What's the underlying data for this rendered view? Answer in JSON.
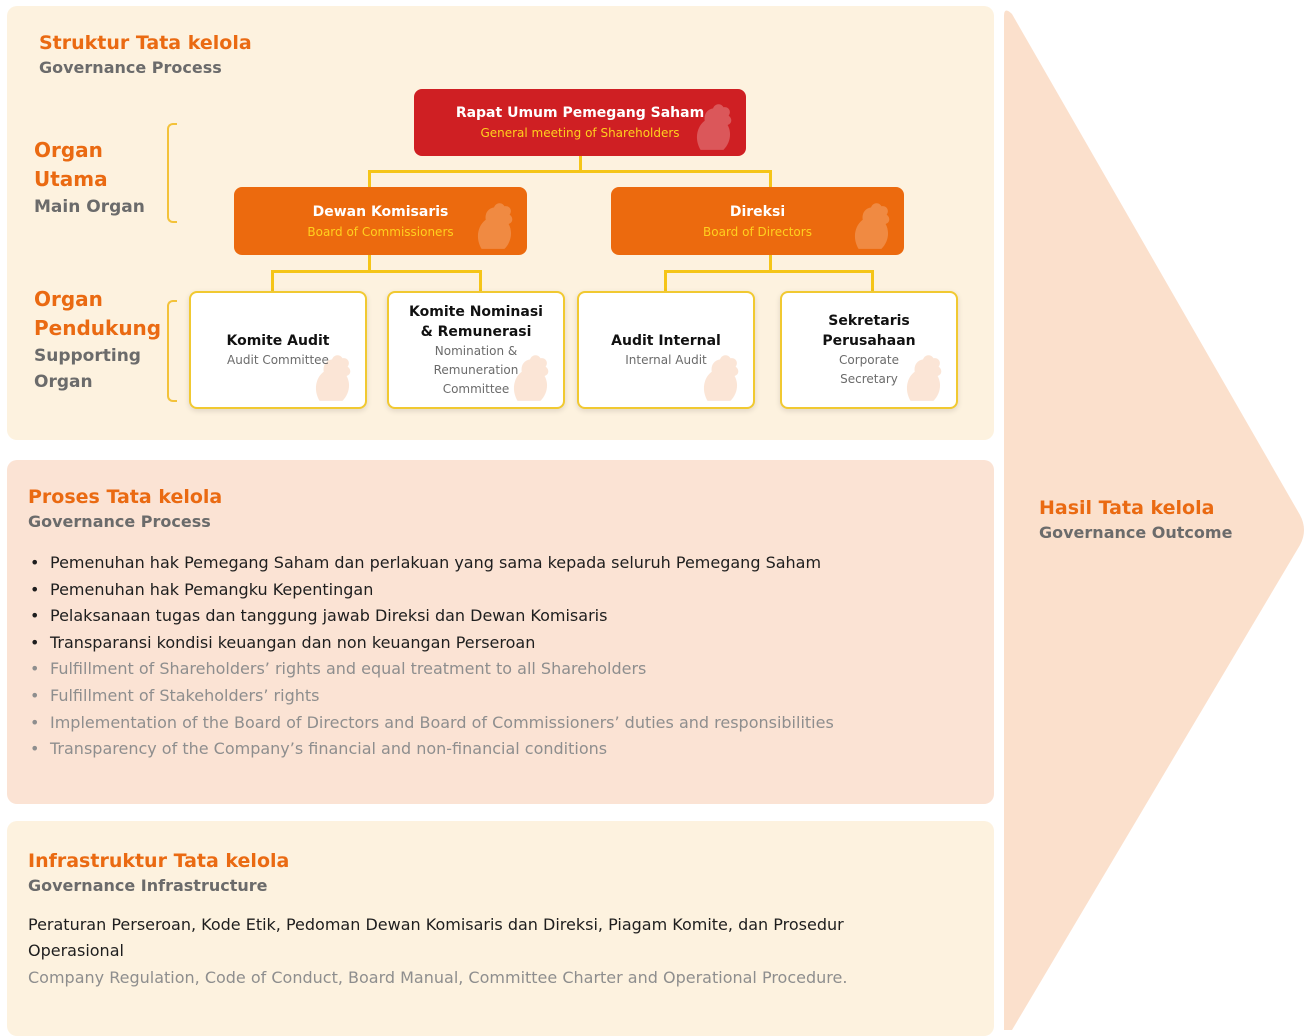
{
  "structure": {
    "title": "Struktur Tata kelola",
    "subtitle": "Governance Process",
    "main_organ": {
      "title_line1": "Organ",
      "title_line2": "Utama",
      "subtitle": "Main Organ"
    },
    "supporting_organ": {
      "title_line1": "Organ",
      "title_line2": "Pendukung",
      "subtitle_line1": "Supporting",
      "subtitle_line2": "Organ"
    },
    "gms": {
      "title": "Rapat Umum Pemegang Saham",
      "subtitle": "General meeting of Shareholders"
    },
    "boc": {
      "title": "Dewan Komisaris",
      "subtitle": "Board of Commissioners"
    },
    "bod": {
      "title": "Direksi",
      "subtitle": "Board of Directors"
    },
    "committees": [
      {
        "title": "Komite Audit",
        "subtitle": "Audit Committee"
      },
      {
        "title": "Komite Nominasi & Remunerasi",
        "subtitle": "Nomination & Remuneration Committee"
      },
      {
        "title": "Audit Internal",
        "subtitle": "Internal Audit"
      },
      {
        "title": "Sekretaris Perusahaan",
        "subtitle": "Corporate Secretary"
      }
    ]
  },
  "process": {
    "title": "Proses Tata kelola",
    "subtitle": "Governance Process",
    "items_id": [
      "Pemenuhan hak Pemegang Saham dan perlakuan yang sama kepada seluruh Pemegang Saham",
      "Pemenuhan hak Pemangku Kepentingan",
      "Pelaksanaan tugas dan tanggung jawab Direksi dan Dewan Komisaris",
      "Transparansi kondisi keuangan dan non keuangan Perseroan"
    ],
    "items_en": [
      "Fulfillment of Shareholders’ rights and equal treatment to all Shareholders",
      "Fulfillment of Stakeholders’ rights",
      "Implementation of the Board of Directors and Board of Commissioners’ duties and responsibilities",
      "Transparency of the Company’s financial and non-financial conditions"
    ]
  },
  "infrastructure": {
    "title": "Infrastruktur Tata kelola",
    "subtitle": "Governance Infrastructure",
    "text_id": "Peraturan Perseroan, Kode Etik, Pedoman Dewan Komisaris dan Direksi, Piagam Komite, dan Prosedur Operasional",
    "text_en": "Company Regulation, Code of Conduct, Board Manual, Committee Charter and Operational Procedure."
  },
  "outcome": {
    "title": "Hasil Tata kelola",
    "subtitle": "Governance Outcome"
  },
  "colors": {
    "accent_orange": "#ea6a12",
    "red_box": "#cf1f23",
    "orange_box": "#ec6a0e",
    "connector_yellow": "#f5c518",
    "panel_cream": "#fdf2df",
    "panel_peach": "#fbe3d4",
    "arrow_peach": "#fbe0cc"
  },
  "icons": {
    "box_watermark": "rooster-icon"
  }
}
